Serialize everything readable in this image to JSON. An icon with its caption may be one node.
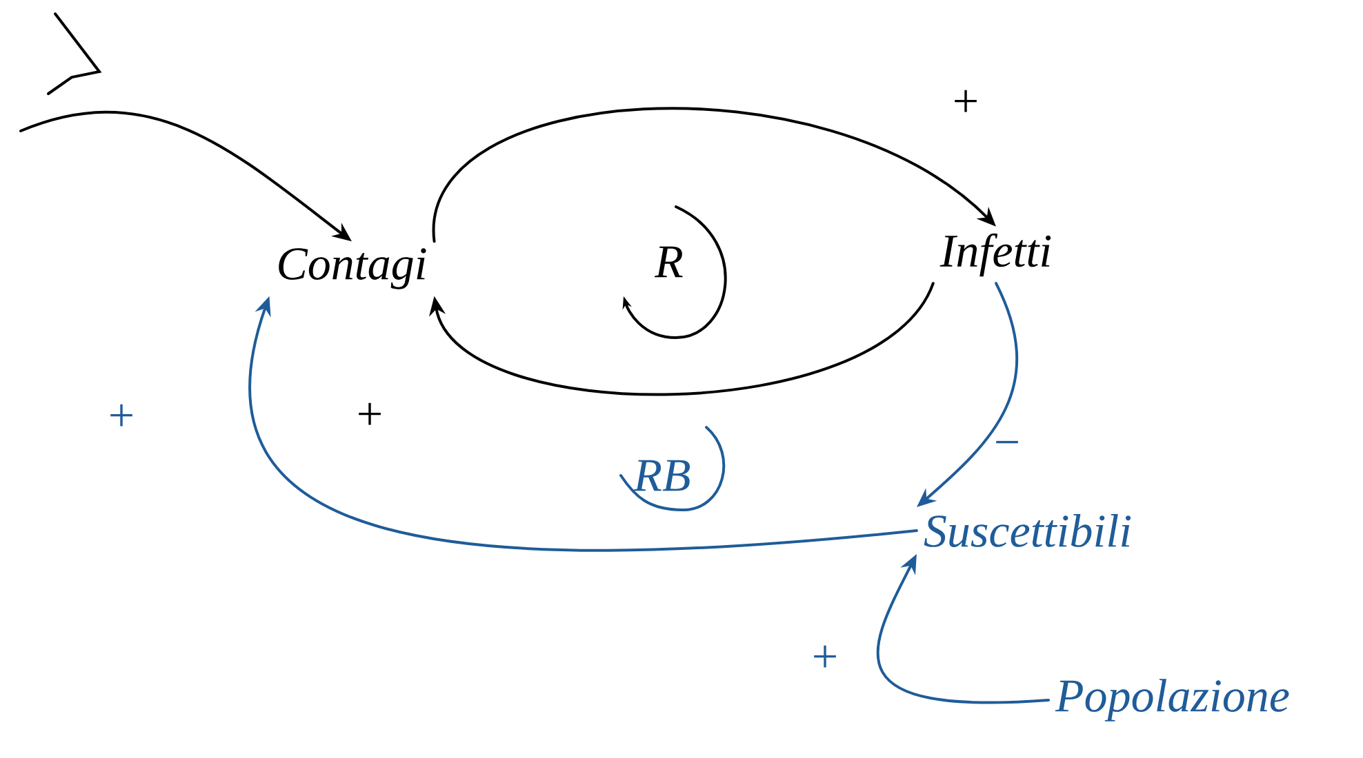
{
  "diagram": {
    "nodes": [
      {
        "text": [
          "Contagi"
        ]
      },
      {
        "text": [
          "Infetti"
        ]
      },
      {
        "text": [
          "Suscettibili"
        ]
      },
      {
        "text": [
          "Popolazione"
        ]
      }
    ],
    "edges": [
      {
        "from": null,
        "to": 0,
        "arrow": "to"
      },
      {
        "from": 0,
        "to": 1,
        "arrow": "to",
        "label": "+"
      },
      {
        "from": 1,
        "to": 0,
        "arrow": "to",
        "label": "+"
      },
      {
        "from": 1,
        "to": 2,
        "arrow": "to",
        "label": "−",
        "color": "#1f5c99"
      },
      {
        "from": 2,
        "to": 0,
        "arrow": "to",
        "label": "+",
        "color": "#1f5c99"
      },
      {
        "from": 3,
        "to": 2,
        "arrow": "to",
        "label": "+",
        "color": "#1f5c99"
      }
    ],
    "labels": [
      "R",
      "RB"
    ]
  }
}
